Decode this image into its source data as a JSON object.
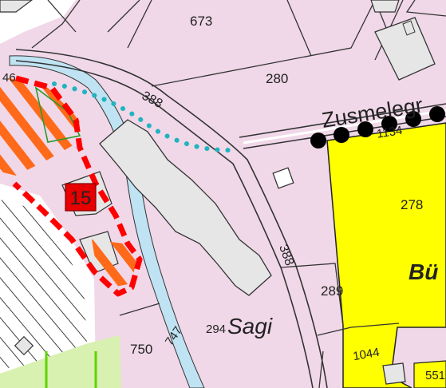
{
  "map": {
    "parcel_numbers": [
      "673",
      "280",
      "46",
      "278",
      "289",
      "294",
      "747",
      "750",
      "1044",
      "551"
    ],
    "road_numbers": [
      "388",
      "388",
      "1134"
    ],
    "street_name": "Zusmelegr",
    "place_names": [
      "Sagi",
      "Bü"
    ],
    "zone_marker": "15",
    "colors": {
      "residential_zone": "#f0d8e8",
      "commercial_zone": "#ffff00",
      "green_zone": "#d8f0b0",
      "stream": "#bfe3f2",
      "building": "#e6e6e6",
      "hazard": "#ff6a1a",
      "protection_border": "#ff0000",
      "dotted_line": "#1fb4c0",
      "marker_dots": "#000000"
    }
  }
}
